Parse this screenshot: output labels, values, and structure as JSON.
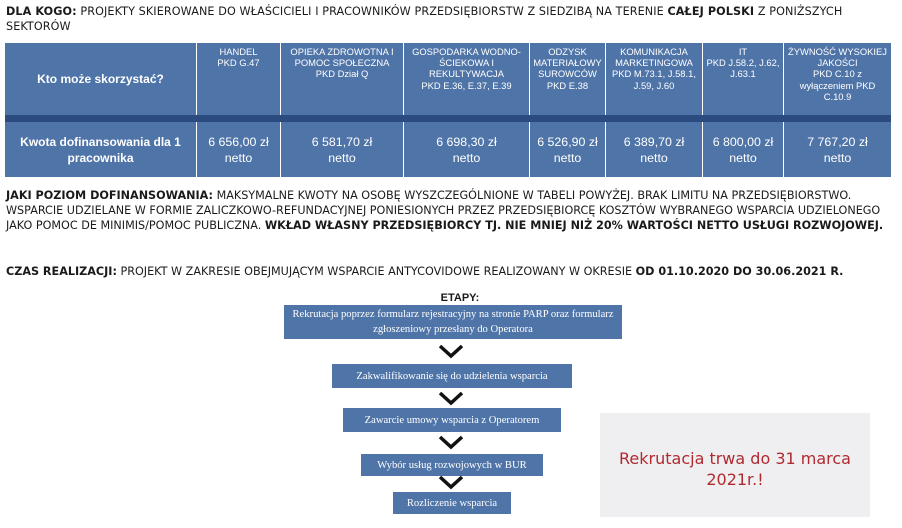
{
  "intro": {
    "label": "DLA KOGO:",
    "text1": "PROJEKTY SKIEROWANE DO WŁAŚCICIELI I PRACOWNIKÓW PRZEDSIĘBIORSTW Z SIEDZIBĄ NA TERENIE",
    "emph": "CAŁEJ POLSKI",
    "text2": "Z PONIŻSZYCH SEKTORÓW"
  },
  "table": {
    "row_header": "Kto może skorzystać?",
    "row_value_label": "Kwota dofinansowania dla 1 pracownika",
    "columns": [
      {
        "name": "HANDEL",
        "pkd": "PKD G.47",
        "amount": "6 656,00 zł",
        "unit": "netto"
      },
      {
        "name": "OPIEKA ZDROWOTNA I POMOC SPOŁECZNA",
        "pkd": "PKD Dział Q",
        "amount": "6 581,70 zł",
        "unit": "netto"
      },
      {
        "name": "GOSPODARKA WODNO- ŚCIEKOWA I REKULTYWACJA",
        "pkd": "PKD E.36, E.37, E.39",
        "amount": "6 698,30 zł",
        "unit": "netto"
      },
      {
        "name": "ODZYSK MATERIAŁOWY SUROWCÓW",
        "pkd": "PKD E.38",
        "amount": "6 526,90 zł",
        "unit": "netto"
      },
      {
        "name": "KOMUNIKACJA MARKETINGOWA",
        "pkd": "PKD M.73.1, J.58.1, J.59, J.60",
        "amount": "6 389,70 zł",
        "unit": "netto"
      },
      {
        "name": "IT",
        "pkd": "PKD J.58.2, J.62, J.63.1",
        "amount": "6 800,00 zł",
        "unit": "netto"
      },
      {
        "name": "ŻYWNOŚĆ WYSOKIEJ JAKOŚCI",
        "pkd": "PKD C.10 z wyłączeniem PKD C.10.9",
        "amount": "7 767,20 zł",
        "unit": "netto"
      }
    ]
  },
  "funding": {
    "label": "JAKI POZIOM DOFINANSOWANIA:",
    "text": "MAKSYMALNE KWOTY NA OSOBĘ WYSZCZEGÓLNIONE W TABELI POWYŻEJ. BRAK LIMITU NA PRZEDSIĘBIORSTWO. WSPARCIE UDZIELANE W FORMIE ZALICZKOWO-REFUNDACYJNEJ PONIESIONYCH PRZEZ PRZEDSIĘBIORCĘ KOSZTÓW WYBRANEGO WSPARCIA UDZIELONEGO JAKO POMOC DE MINIMIS/POMOC PUBLICZNA.",
    "emph": "WKŁAD WŁASNY PRZEDSIĘBIORCY TJ. NIE MNIEJ NIŻ 20% WARTOŚCI NETTO USŁUGI ROZWOJOWEJ."
  },
  "timeline": {
    "label": "CZAS REALIZACJI:",
    "text": "PROJEKT W ZAKRESIE OBEJMUJĄCYM WSPARCIE ANTYCOVIDOWE REALIZOWANY W OKRESIE",
    "emph": "OD 01.10.2020 DO 30.06.2021 R."
  },
  "stages": {
    "title": "ETAPY:",
    "steps": [
      "Rekrutacja poprzez formularz rejestracyjny na stronie PARP oraz formularz zgłoszeniowy przesłany do Operatora",
      "Zakwalifikowanie się do udzielenia wsparcia",
      "Zawarcie umowy wsparcia z Operatorem",
      "Wybór usług rozwojowych w BUR",
      "Rozliczenie wsparcia"
    ]
  },
  "promo": {
    "text": "Rekrutacja trwa do 31 marca 2021r.!",
    "color": "#b02a2f"
  },
  "colors": {
    "cell_blue": "#4f74a8",
    "stripe_navy": "#2b4a7d",
    "promo_bg": "#efeff2"
  }
}
